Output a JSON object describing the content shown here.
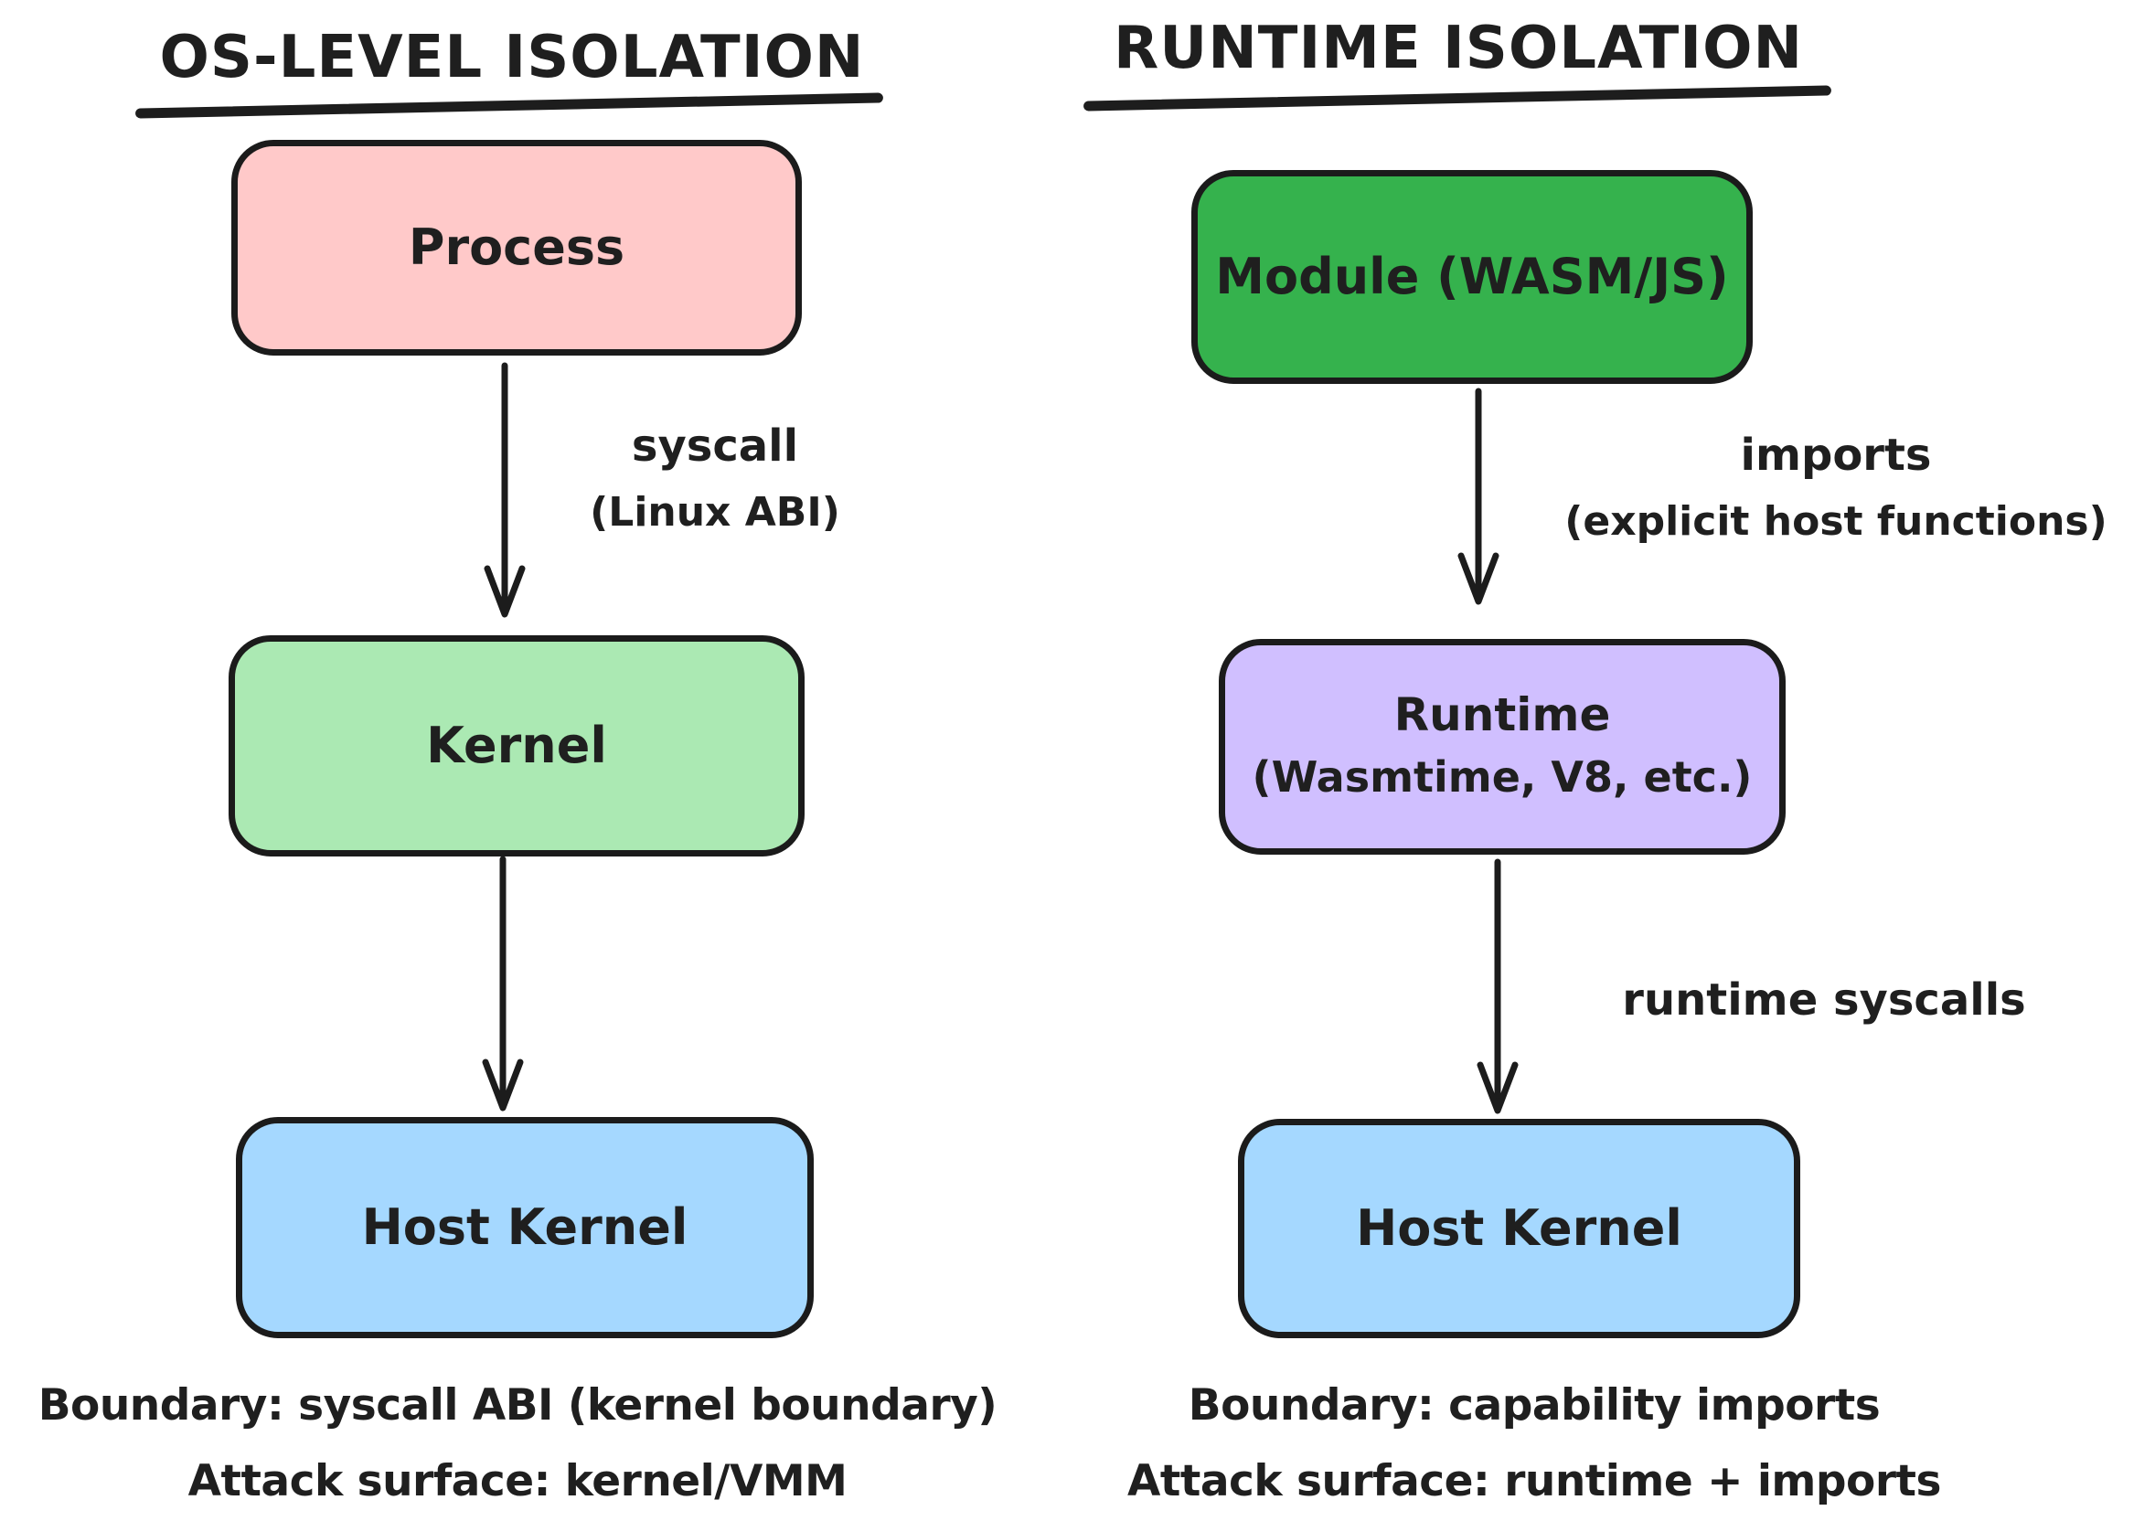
{
  "colors": {
    "background": "#ffffff",
    "stroke": "#1b1b1b",
    "process_fill": "#ffc9c9",
    "kernel_fill": "#abe9b3",
    "host_kernel_fill": "#a5d8ff",
    "module_fill": "#35b24d",
    "runtime_fill": "#d0bfff"
  },
  "left_panel": {
    "title": "OS-LEVEL ISOLATION",
    "boxes": [
      {
        "label": "Process"
      },
      {
        "label": "Kernel"
      },
      {
        "label": "Host Kernel"
      }
    ],
    "edge1": {
      "line1": "syscall",
      "line2": "(Linux ABI)"
    },
    "footer": {
      "line1": "Boundary: syscall ABI (kernel boundary)",
      "line2": "Attack surface: kernel/VMM"
    }
  },
  "right_panel": {
    "title": "RUNTIME ISOLATION",
    "boxes": [
      {
        "label": "Module (WASM/JS)"
      },
      {
        "label": "Runtime",
        "sublabel": "(Wasmtime, V8, etc.)"
      },
      {
        "label": "Host Kernel"
      }
    ],
    "edge1": {
      "line1": "imports",
      "line2": "(explicit host functions)"
    },
    "edge2": {
      "line1": "runtime syscalls"
    },
    "footer": {
      "line1": "Boundary: capability imports",
      "line2": "Attack surface: runtime + imports"
    }
  }
}
